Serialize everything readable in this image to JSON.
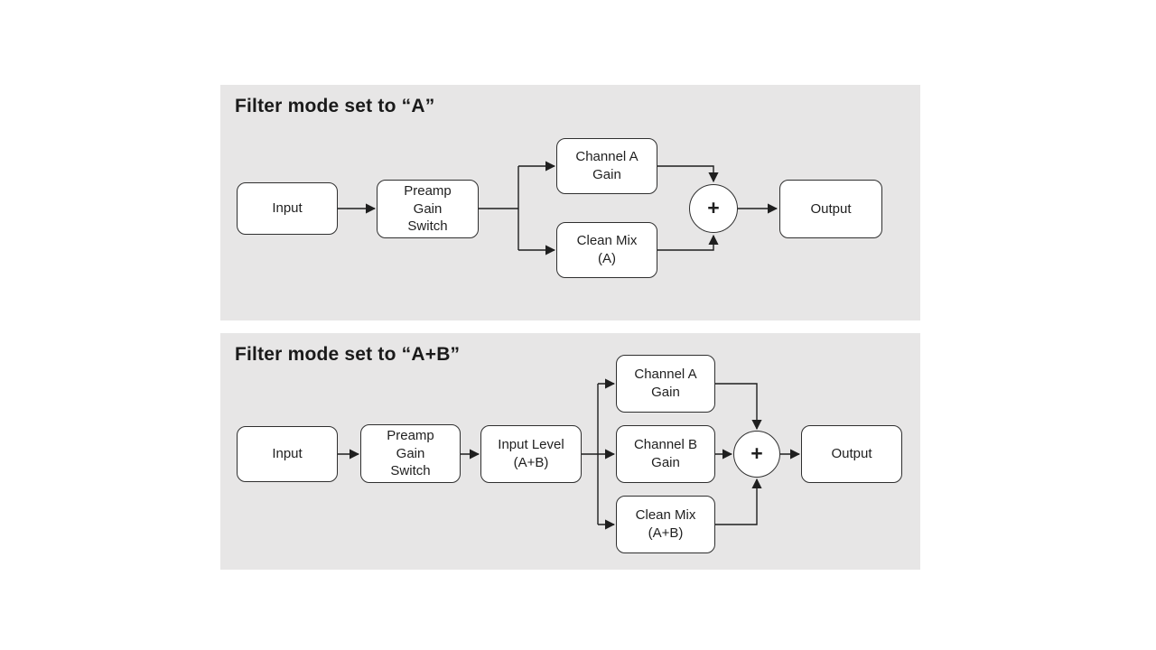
{
  "colors": {
    "page_background": "#ffffff",
    "panel_background": "#e7e6e6",
    "box_fill": "#ffffff",
    "box_border": "#2f2f2f",
    "connector": "#1f1f1f",
    "text": "#1f1f1f"
  },
  "panels": [
    {
      "title": "Filter mode set to “A”",
      "nodes": {
        "input": "Input",
        "preamp": "Preamp\nGain\nSwitch",
        "channel_a": "Channel A\nGain",
        "clean_mix": "Clean Mix\n(A)",
        "sum": "+",
        "output": "Output"
      }
    },
    {
      "title": "Filter mode set to “A+B”",
      "nodes": {
        "input": "Input",
        "preamp": "Preamp\nGain\nSwitch",
        "input_level": "Input Level\n(A+B)",
        "channel_a": "Channel A\nGain",
        "channel_b": "Channel B\nGain",
        "clean_mix": "Clean Mix\n(A+B)",
        "sum": "+",
        "output": "Output"
      }
    }
  ]
}
